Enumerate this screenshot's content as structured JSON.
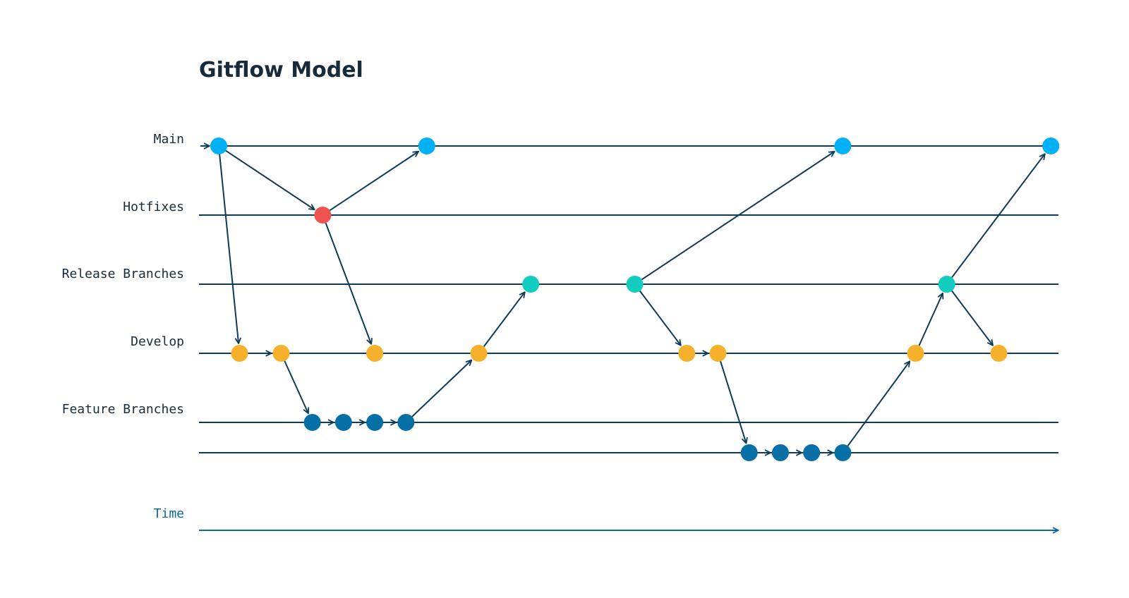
{
  "title": "Gitflow Model",
  "lanes": [
    {
      "id": "main",
      "label": "Main"
    },
    {
      "id": "hotfix",
      "label": "Hotfixes"
    },
    {
      "id": "release",
      "label": "Release Branches"
    },
    {
      "id": "develop",
      "label": "Develop"
    },
    {
      "id": "feature",
      "label": "Feature Branches"
    },
    {
      "id": "feature2",
      "label": ""
    }
  ],
  "time_label": "Time",
  "colors": {
    "line": "#0d3b57",
    "time_axis": "#0a6a9c",
    "main": "#00b2f5",
    "hotfix": "#ef5350",
    "release": "#12cdbf",
    "develop": "#f6b12c",
    "feature": "#0670a6"
  },
  "commits": [
    {
      "id": "m1",
      "lane": "main",
      "t": 0
    },
    {
      "id": "m2",
      "lane": "main",
      "t": 2
    },
    {
      "id": "m3",
      "lane": "main",
      "t": 6
    },
    {
      "id": "m4",
      "lane": "main",
      "t": 8
    },
    {
      "id": "h1",
      "lane": "hotfix",
      "t": 1
    },
    {
      "id": "r1",
      "lane": "release",
      "t": 3
    },
    {
      "id": "r2",
      "lane": "release",
      "t": 4
    },
    {
      "id": "r3",
      "lane": "release",
      "t": 7
    },
    {
      "id": "d1",
      "lane": "develop",
      "t": 0.2
    },
    {
      "id": "d2",
      "lane": "develop",
      "t": 0.6
    },
    {
      "id": "d3",
      "lane": "develop",
      "t": 1.5
    },
    {
      "id": "d4",
      "lane": "develop",
      "t": 2.5
    },
    {
      "id": "d5",
      "lane": "develop",
      "t": 4.5
    },
    {
      "id": "d6",
      "lane": "develop",
      "t": 4.8
    },
    {
      "id": "d7",
      "lane": "develop",
      "t": 6.7
    },
    {
      "id": "d8",
      "lane": "develop",
      "t": 7.5
    },
    {
      "id": "f1",
      "lane": "feature",
      "t": 0.9
    },
    {
      "id": "f2",
      "lane": "feature",
      "t": 1.2
    },
    {
      "id": "f3",
      "lane": "feature",
      "t": 1.5
    },
    {
      "id": "f4",
      "lane": "feature",
      "t": 1.8
    },
    {
      "id": "g1",
      "lane": "feature2",
      "t": 5.1
    },
    {
      "id": "g2",
      "lane": "feature2",
      "t": 5.4
    },
    {
      "id": "g3",
      "lane": "feature2",
      "t": 5.7
    },
    {
      "id": "g4",
      "lane": "feature2",
      "t": 6.0
    }
  ],
  "edges": [
    [
      "m1",
      "h1"
    ],
    [
      "h1",
      "m2"
    ],
    [
      "m1",
      "d1"
    ],
    [
      "h1",
      "d3"
    ],
    [
      "d1",
      "d2"
    ],
    [
      "d2",
      "f1"
    ],
    [
      "f1",
      "f2"
    ],
    [
      "f2",
      "f3"
    ],
    [
      "f3",
      "f4"
    ],
    [
      "f4",
      "d4"
    ],
    [
      "d4",
      "r1"
    ],
    [
      "r2",
      "m3"
    ],
    [
      "r2",
      "d5"
    ],
    [
      "d5",
      "d6"
    ],
    [
      "d6",
      "g1"
    ],
    [
      "g1",
      "g2"
    ],
    [
      "g2",
      "g3"
    ],
    [
      "g3",
      "g4"
    ],
    [
      "g4",
      "d7"
    ],
    [
      "d7",
      "r3"
    ],
    [
      "r3",
      "m4"
    ],
    [
      "r3",
      "d8"
    ]
  ]
}
